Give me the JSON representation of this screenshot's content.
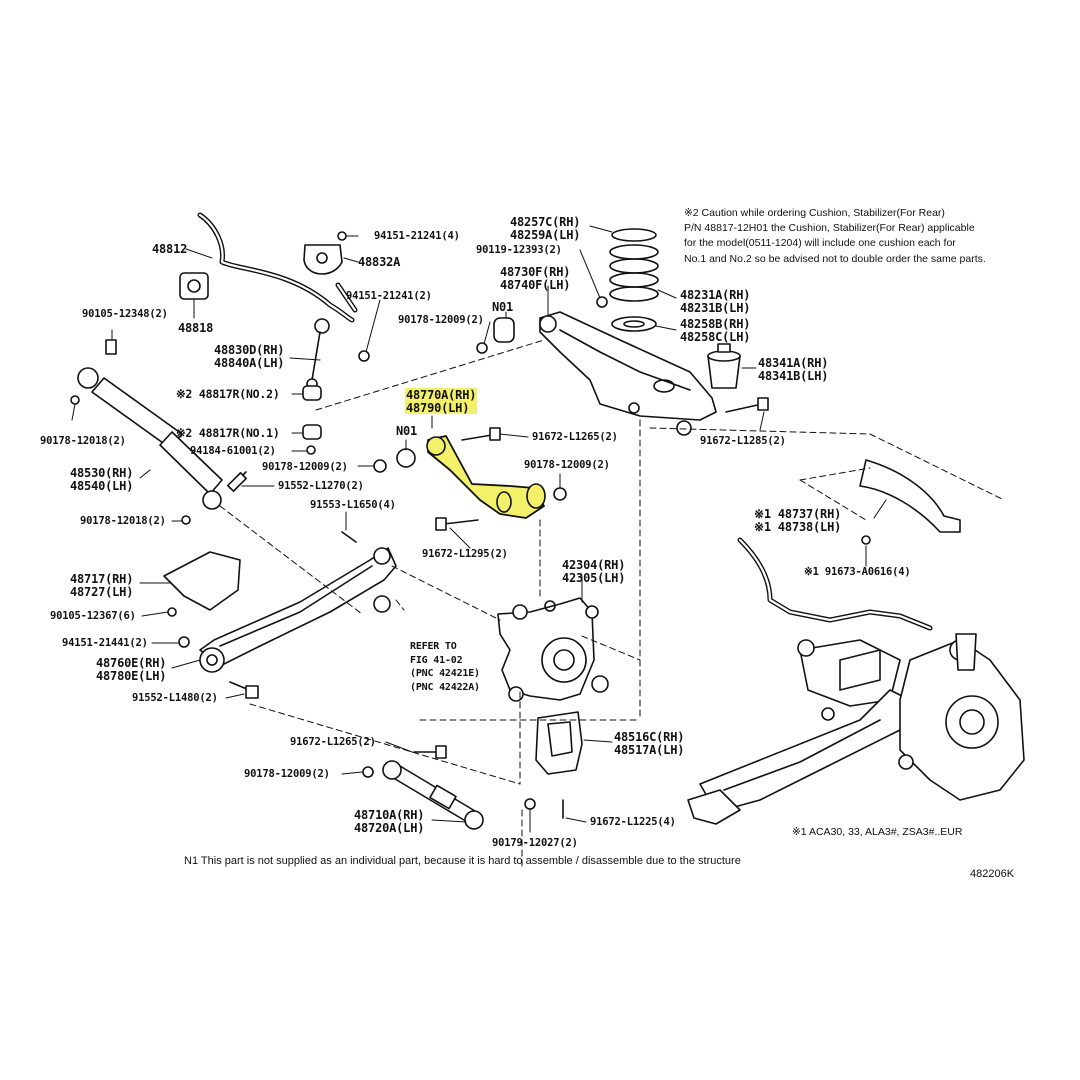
{
  "diagram_id": "482206K",
  "highlight_color": "#f3f06a",
  "caution": {
    "title": "※2 Caution while ordering Cushion, Stabilizer(For Rear)",
    "lines": [
      "P/N 48817-12H01 the Cushion, Stabilizer(For Rear) applicable",
      "for the model(0511-1204) will include one cushion each for",
      "No.1 and No.2 so be advised not to double order the same parts."
    ]
  },
  "footnote_n1": "N1  This part is not supplied as an individual part, because it is hard to assemble / disassemble due to the structure",
  "applicability": "※1 ACA30, 33, ALA3#, ZSA3#..EUR",
  "refer": {
    "line1": "REFER TO",
    "line2": "FIG 41-02",
    "line3": "(PNC 42421E)",
    "line4": "(PNC 42422A)"
  },
  "labels": {
    "p48812": "48812",
    "p48818": "48818",
    "p94151_21241_4": "94151-21241(4)",
    "p48832A": "48832A",
    "p94151_21241_2": "94151-21241(2)",
    "p90105_12348": "90105-12348(2)",
    "p48830D": "48830D(RH)",
    "p48840A": "48840A(LH)",
    "p48817R_no2": "※2 48817R(NO.2)",
    "p48817R_no1": "※2 48817R(NO.1)",
    "p94184": "94184-61001(2)",
    "p90178_12018_a": "90178-12018(2)",
    "p48530": "48530(RH)",
    "p48540": "48540(LH)",
    "p90178_12009_a": "90178-12009(2)",
    "p91552_L1270": "91552-L1270(2)",
    "p90178_12018_b": "90178-12018(2)",
    "p48257C": "48257C(RH)",
    "p48259A": "48259A(LH)",
    "p90119_12393": "90119-12393(2)",
    "p48730F": "48730F(RH)",
    "p48740F": "48740F(LH)",
    "n01_a": "N01",
    "p90178_12009_b": "90178-12009(2)",
    "p48231A": "48231A(RH)",
    "p48231B": "48231B(LH)",
    "p48258B": "48258B(RH)",
    "p48258C": "48258C(LH)",
    "p48341A": "48341A(RH)",
    "p48341B": "48341B(LH)",
    "p91672_L1285": "91672-L1285(2)",
    "p48770A": "48770A(RH)",
    "p48790": "48790(LH)",
    "n01_b": "N01",
    "p91672_L1265_a": "91672-L1265(2)",
    "p90178_12009_c": "90178-12009(2)",
    "p91553_L1650": "91553-L1650(4)",
    "p91672_L1295": "91672-L1295(2)",
    "p42304": "42304(RH)",
    "p42305": "42305(LH)",
    "p48717": "48717(RH)",
    "p48727": "48727(LH)",
    "p90105_12367": "90105-12367(6)",
    "p94151_21441": "94151-21441(2)",
    "p48760E": "48760E(RH)",
    "p48780E": "48780E(LH)",
    "p91552_L1480": "91552-L1480(2)",
    "p48737": "※1 48737(RH)",
    "p48738": "※1 48738(LH)",
    "p91673": "※1 91673-A0616(4)",
    "p91672_L1265_b": "91672-L1265(2)",
    "p90178_12009_d": "90178-12009(2)",
    "p48516C": "48516C(RH)",
    "p48517A": "48517A(LH)",
    "p48710A": "48710A(RH)",
    "p48720A": "48720A(LH)",
    "p90179_12027": "90179-12027(2)",
    "p91672_L1225": "91672-L1225(4)"
  }
}
